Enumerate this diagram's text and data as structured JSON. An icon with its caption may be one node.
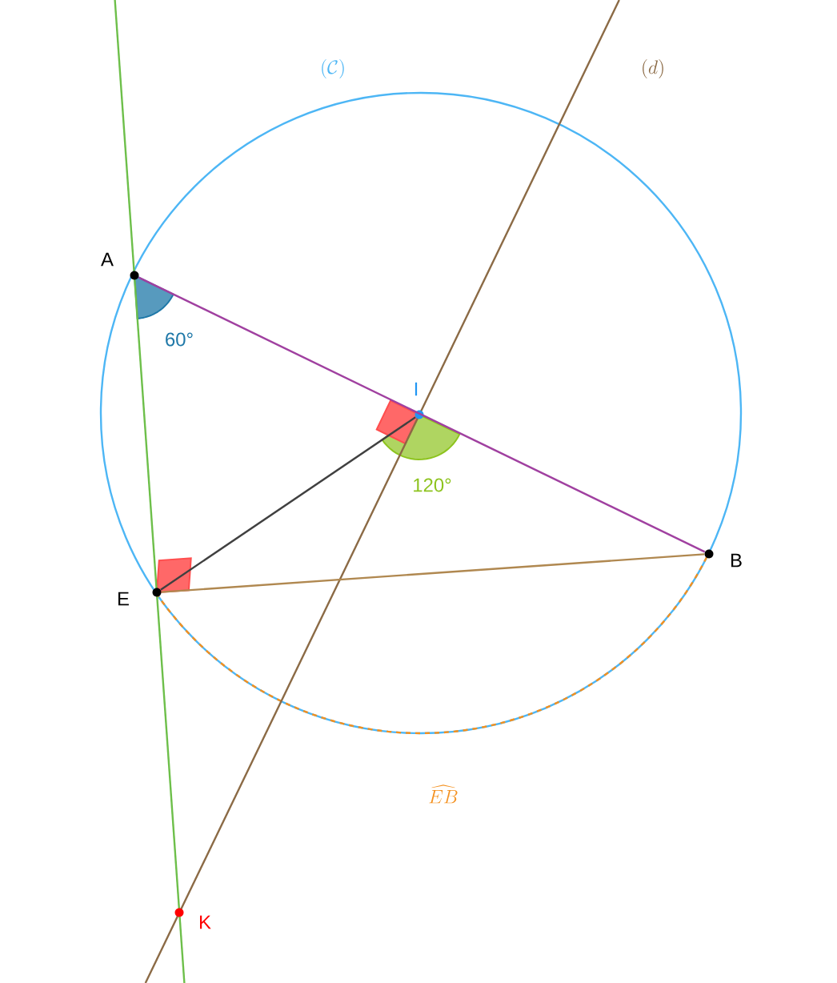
{
  "diagram": {
    "nodes": [
      {
        "text": [
          "A"
        ]
      },
      {
        "text": [
          "I"
        ]
      },
      {
        "text": [
          "B"
        ]
      },
      {
        "text": [
          "E"
        ]
      },
      {
        "text": [
          "K"
        ]
      }
    ],
    "edges": [
      {
        "from": 0,
        "to": 2,
        "arrow": "none",
        "color": "#a040a0"
      },
      {
        "from": 1,
        "to": 3,
        "arrow": "none",
        "color": "#404040"
      },
      {
        "from": 3,
        "to": 2,
        "arrow": "none",
        "color": "#b08850"
      }
    ],
    "labels": [
      "(\\mathcal{C})",
      "(d)",
      "60°",
      "120°",
      "\\widehat{EB}"
    ]
  }
}
